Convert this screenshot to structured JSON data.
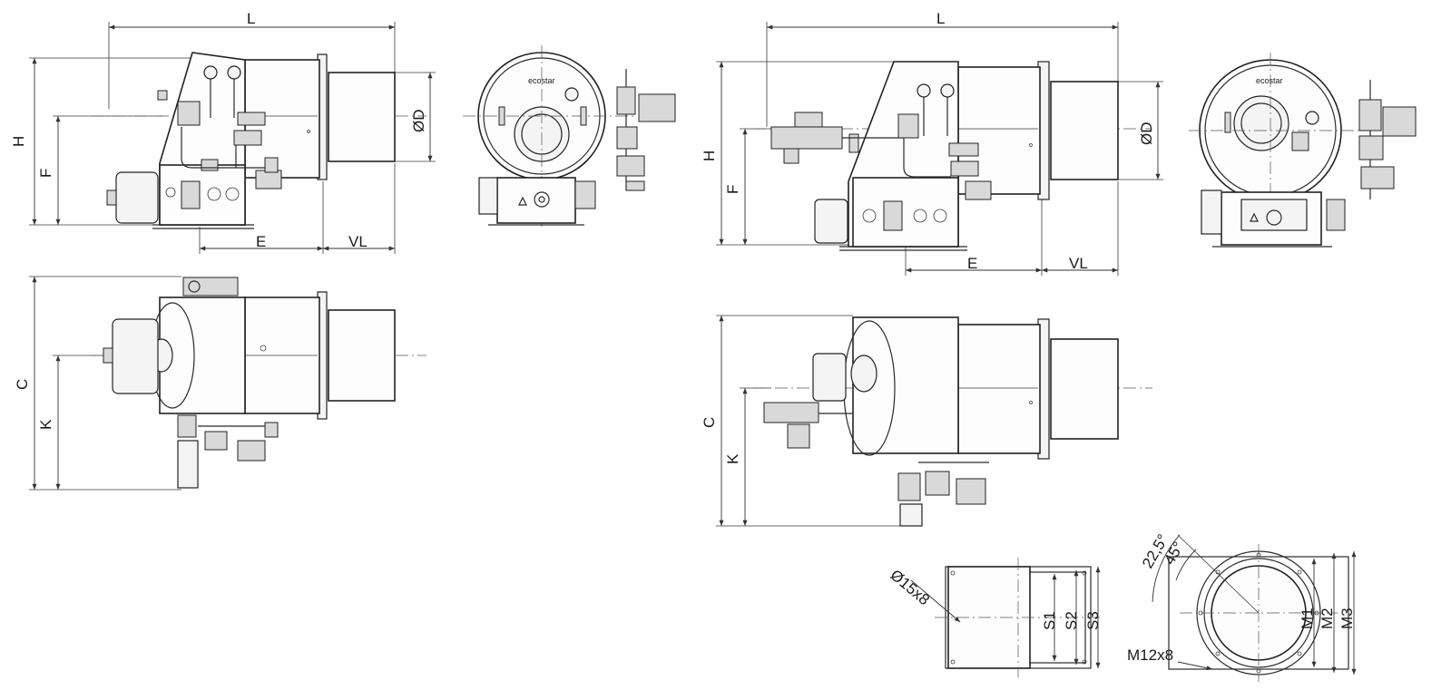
{
  "dimension_labels": {
    "L": "L",
    "H": "H",
    "F": "F",
    "E": "E",
    "VL": "VL",
    "D": "ØD",
    "C": "C",
    "K": "K"
  },
  "brand": "ecostar",
  "flange_square": {
    "holes": "Ø15x8",
    "s1": "S1",
    "s2": "S2",
    "s3": "S3"
  },
  "flange_round": {
    "angle_a": "22,5°",
    "angle_b": "45°",
    "thread": "M12x8",
    "m1": "M1",
    "m2": "M2",
    "m3": "M3"
  }
}
